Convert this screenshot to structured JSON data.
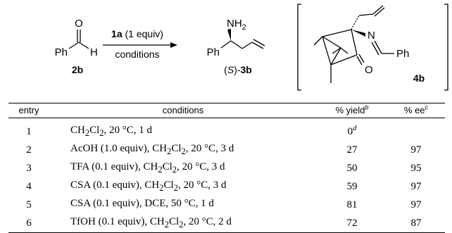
{
  "scheme": {
    "reactant": {
      "atoms": {
        "oxygen": "O",
        "phenyl": "Ph",
        "hydrogen": "H"
      },
      "label": "2b"
    },
    "arrow": {
      "reagent_label": "1a",
      "reagent_equiv": "(1 equiv)",
      "conditions": "conditions"
    },
    "product": {
      "amine": "NH",
      "amine_sub": "2",
      "phenyl": "Ph",
      "stereo_open": "(",
      "stereo_letter": "S",
      "stereo_close": ")-",
      "label": "3b"
    },
    "intermediate": {
      "nitrogen": "N",
      "oxygen": "O",
      "phenyl": "Ph",
      "label": "4b"
    }
  },
  "table": {
    "headers": {
      "entry": "entry",
      "conditions": "conditions",
      "yield": "% yield",
      "yield_note": "b",
      "ee": "% ee",
      "ee_note": "c"
    },
    "rows": [
      {
        "entry": "1",
        "pre": "",
        "solvent": "CH",
        "sub1": "2",
        "mid": "Cl",
        "sub2": "2",
        "post": ", 20 °C, 1 d",
        "yield": "0",
        "yield_note": "d",
        "ee": ""
      },
      {
        "entry": "2",
        "pre": "AcOH (1.0 equiv), ",
        "solvent": "CH",
        "sub1": "2",
        "mid": "Cl",
        "sub2": "2",
        "post": ", 20 °C, 3 d",
        "yield": "27",
        "yield_note": "",
        "ee": "97"
      },
      {
        "entry": "3",
        "pre": "TFA (0.1 equiv), ",
        "solvent": "CH",
        "sub1": "2",
        "mid": "Cl",
        "sub2": "2",
        "post": ", 20 °C, 3 d",
        "yield": "50",
        "yield_note": "",
        "ee": "95"
      },
      {
        "entry": "4",
        "pre": "CSA (0.1 equiv), ",
        "solvent": "CH",
        "sub1": "2",
        "mid": "Cl",
        "sub2": "2",
        "post": ", 20 °C, 3 d",
        "yield": "59",
        "yield_note": "",
        "ee": "97"
      },
      {
        "entry": "5",
        "pre": "CSA (0.1 equiv), DCE, 50 °C, 1 d",
        "solvent": "",
        "sub1": "",
        "mid": "",
        "sub2": "",
        "post": "",
        "yield": "81",
        "yield_note": "",
        "ee": "97"
      },
      {
        "entry": "6",
        "pre": "TfOH (0.1 equiv), ",
        "solvent": "CH",
        "sub1": "2",
        "mid": "Cl",
        "sub2": "2",
        "post": ", 20 °C, 2 d",
        "yield": "72",
        "yield_note": "",
        "ee": "87"
      }
    ]
  }
}
